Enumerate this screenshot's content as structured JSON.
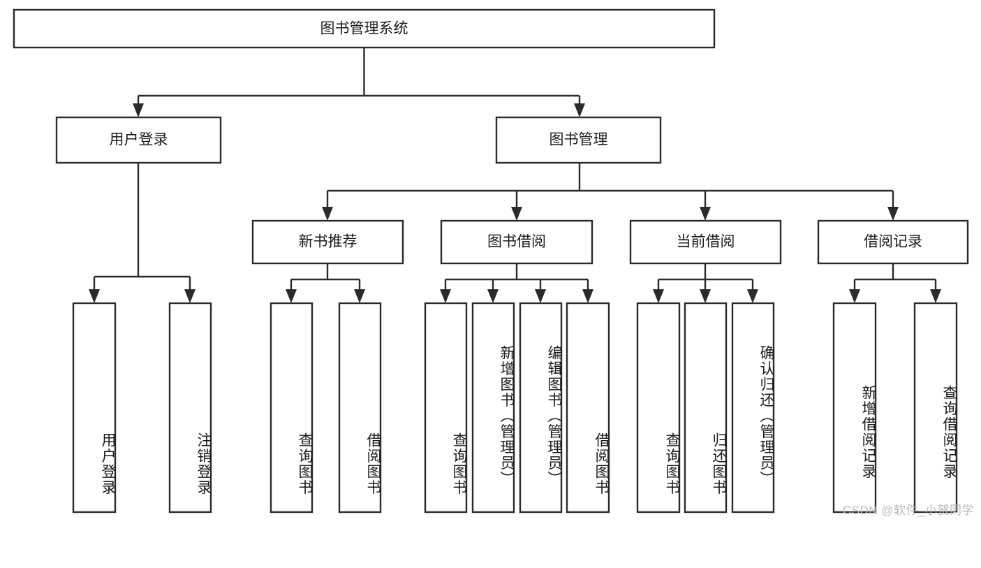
{
  "diagram": {
    "type": "tree-hierarchy",
    "title": "图书管理系统",
    "orientation": "top-down",
    "watermark": "CSDN @软件_小贺同学",
    "colors": {
      "box_stroke": "#2b2b2b",
      "box_fill": "#ffffff",
      "connector": "#2b2b2b",
      "text": "#1a1a1a",
      "background": "#ffffff",
      "watermark": "#b9b9b9"
    },
    "root": {
      "id": "root",
      "label": "图书管理系统"
    },
    "level2": [
      {
        "id": "user-login",
        "label": "用户登录"
      },
      {
        "id": "book-management",
        "label": "图书管理"
      }
    ],
    "level3": [
      {
        "id": "new-book-recommend",
        "label": "新书推荐",
        "parent": "book-management"
      },
      {
        "id": "book-borrow",
        "label": "图书借阅",
        "parent": "book-management"
      },
      {
        "id": "current-borrow",
        "label": "当前借阅",
        "parent": "book-management"
      },
      {
        "id": "borrow-record",
        "label": "借阅记录",
        "parent": "book-management"
      }
    ],
    "leaves": [
      {
        "id": "leaf-user-login",
        "label": "用户登录",
        "parent": "user-login"
      },
      {
        "id": "leaf-logout-login",
        "label": "注销登录",
        "parent": "user-login"
      },
      {
        "id": "leaf-query-book-1",
        "label": "查询图书",
        "parent": "new-book-recommend"
      },
      {
        "id": "leaf-borrow-book-1",
        "label": "借阅图书",
        "parent": "new-book-recommend"
      },
      {
        "id": "leaf-query-book-2",
        "label": "查询图书",
        "parent": "book-borrow"
      },
      {
        "id": "leaf-add-book",
        "label": "新增图书（管理员）",
        "parent": "book-borrow"
      },
      {
        "id": "leaf-edit-book",
        "label": "编辑图书（管理员）",
        "parent": "book-borrow"
      },
      {
        "id": "leaf-borrow-book-2",
        "label": "借阅图书",
        "parent": "book-borrow"
      },
      {
        "id": "leaf-query-book-3",
        "label": "查询图书",
        "parent": "current-borrow"
      },
      {
        "id": "leaf-return-book",
        "label": "归还图书",
        "parent": "current-borrow"
      },
      {
        "id": "leaf-confirm-return",
        "label": "确认归还（管理员）",
        "parent": "current-borrow"
      },
      {
        "id": "leaf-add-record",
        "label": "新增借阅记录",
        "parent": "borrow-record"
      },
      {
        "id": "leaf-query-record",
        "label": "查询借阅记录",
        "parent": "borrow-record"
      }
    ]
  }
}
